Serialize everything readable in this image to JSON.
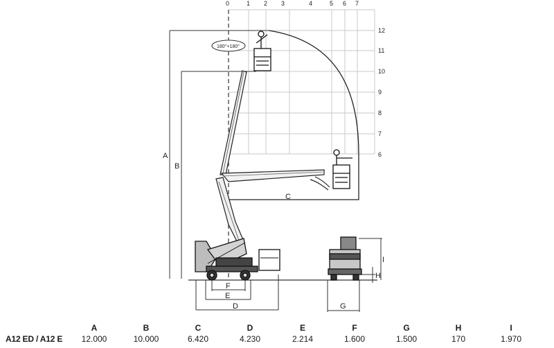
{
  "diagram": {
    "grid_top_labels": [
      "0",
      "1",
      "2",
      "3",
      "4",
      "5",
      "6",
      "7"
    ],
    "grid_right_labels": [
      "12",
      "11",
      "10",
      "9",
      "8",
      "7",
      "6"
    ],
    "rotation_badge": "180°+180°",
    "dimension_letters": {
      "A": "A",
      "B": "B",
      "C": "C",
      "D": "D",
      "E": "E",
      "F": "F",
      "G": "G",
      "H": "H",
      "I": "I"
    }
  },
  "specs": {
    "model_label": "A12 ED / A12 E",
    "columns": [
      {
        "key": "A",
        "value": "12.000"
      },
      {
        "key": "B",
        "value": "10.000"
      },
      {
        "key": "C",
        "value": "6.420"
      },
      {
        "key": "D",
        "value": "4.230"
      },
      {
        "key": "E",
        "value": "2.214"
      },
      {
        "key": "F",
        "value": "1.600"
      },
      {
        "key": "G",
        "value": "1.500"
      },
      {
        "key": "H",
        "value": "170"
      },
      {
        "key": "I",
        "value": "1.970"
      }
    ]
  }
}
